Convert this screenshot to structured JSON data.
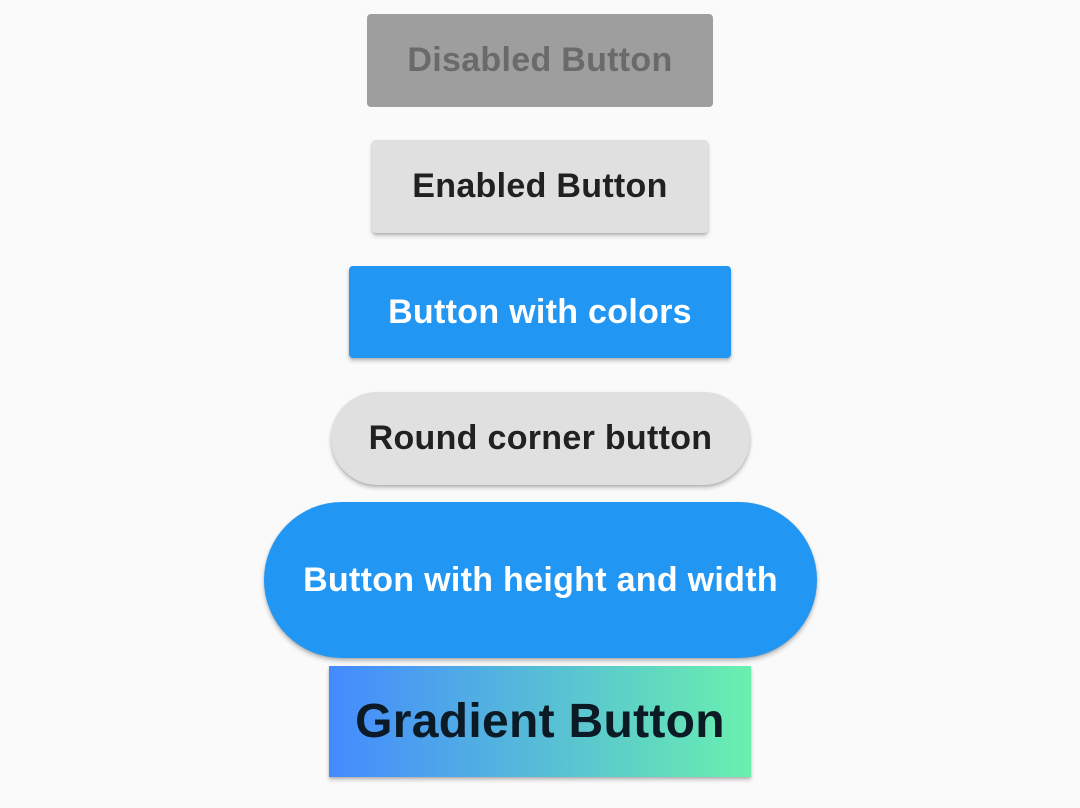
{
  "buttons": {
    "disabled": {
      "label": "Disabled Button",
      "background": "#9e9e9e",
      "text_color": "#6a6a6a",
      "enabled": false
    },
    "enabled": {
      "label": "Enabled Button",
      "background": "#e0e0e0",
      "text_color": "#212121",
      "enabled": true
    },
    "colors": {
      "label": "Button with colors",
      "background": "#2196f3",
      "text_color": "#ffffff",
      "enabled": true
    },
    "round": {
      "label": "Round corner button",
      "background": "#e0e0e0",
      "text_color": "#212121",
      "enabled": true
    },
    "sized": {
      "label": "Button with height and width",
      "background": "#2196f3",
      "text_color": "#ffffff",
      "enabled": true
    },
    "gradient": {
      "label": "Gradient Button",
      "gradient_start": "#448aff",
      "gradient_end": "#69f0ae",
      "text_color": "#0b1a24",
      "enabled": true
    }
  }
}
